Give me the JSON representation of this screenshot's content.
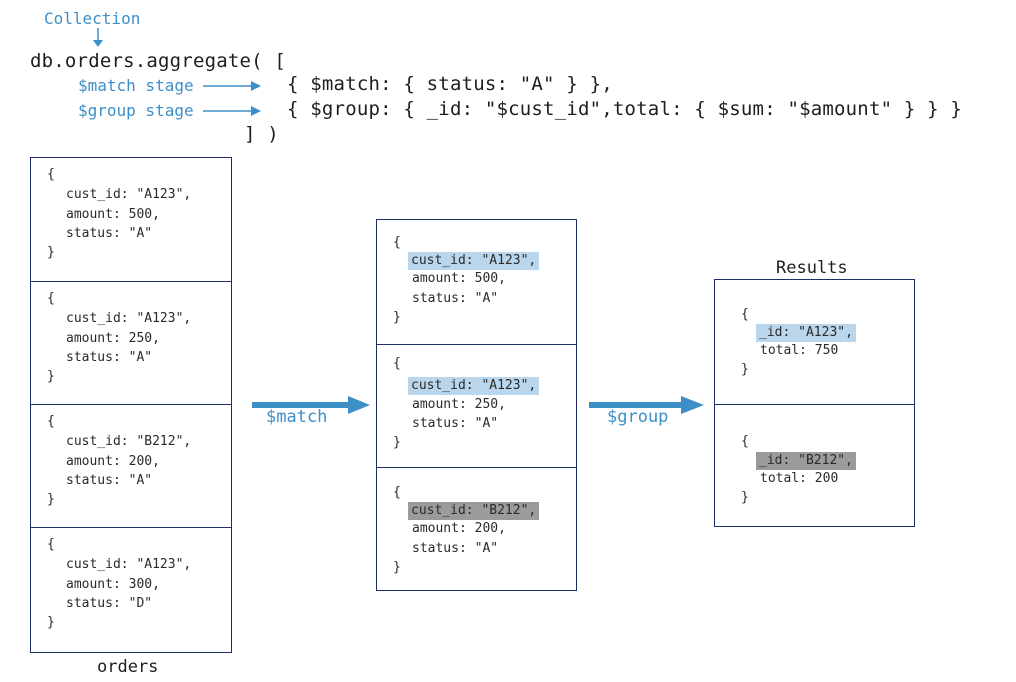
{
  "header": {
    "collection_label": "Collection",
    "code_line1": "db.orders.aggregate( [",
    "match_label": "$match stage",
    "match_code": "{ $match: { status: \"A\" } },",
    "group_label": "$group stage",
    "group_code": "{ $group: { _id: \"$cust_id\",total: { $sum: \"$amount\" } } }",
    "code_close": "] )"
  },
  "orders": {
    "caption": "orders",
    "docs": [
      {
        "open": "{",
        "cust": "cust_id: \"A123\",",
        "amount": "amount: 500,",
        "status": "status: \"A\"",
        "close": "}"
      },
      {
        "open": "{",
        "cust": "cust_id: \"A123\",",
        "amount": "amount: 250,",
        "status": "status: \"A\"",
        "close": "}"
      },
      {
        "open": "{",
        "cust": "cust_id: \"B212\",",
        "amount": "amount: 200,",
        "status": "status: \"A\"",
        "close": "}"
      },
      {
        "open": "{",
        "cust": "cust_id: \"A123\",",
        "amount": "amount: 300,",
        "status": "status: \"D\"",
        "close": "}"
      }
    ]
  },
  "matched": {
    "docs": [
      {
        "open": "{",
        "cust": "cust_id: \"A123\",",
        "amount": "amount: 500,",
        "status": "status: \"A\"",
        "close": "}",
        "highlight": "#b9d6ec"
      },
      {
        "open": "{",
        "cust": "cust_id: \"A123\",",
        "amount": "amount: 250,",
        "status": "status: \"A\"",
        "close": "}",
        "highlight": "#b9d6ec"
      },
      {
        "open": "{",
        "cust": "cust_id: \"B212\",",
        "amount": "amount: 200,",
        "status": "status: \"A\"",
        "close": "}",
        "highlight": "#9b9b9b"
      }
    ]
  },
  "results": {
    "caption": "Results",
    "docs": [
      {
        "open": "{",
        "id": "_id: \"A123\",",
        "total": "total: 750",
        "close": "}",
        "highlight": "#b9d6ec"
      },
      {
        "open": "{",
        "id": "_id: \"B212\",",
        "total": "total: 200",
        "close": "}",
        "highlight": "#9b9b9b"
      }
    ]
  },
  "flow": {
    "match_label": "$match",
    "group_label": "$group"
  },
  "colors": {
    "accent": "#3d8fc7",
    "border": "#1f2f66"
  }
}
